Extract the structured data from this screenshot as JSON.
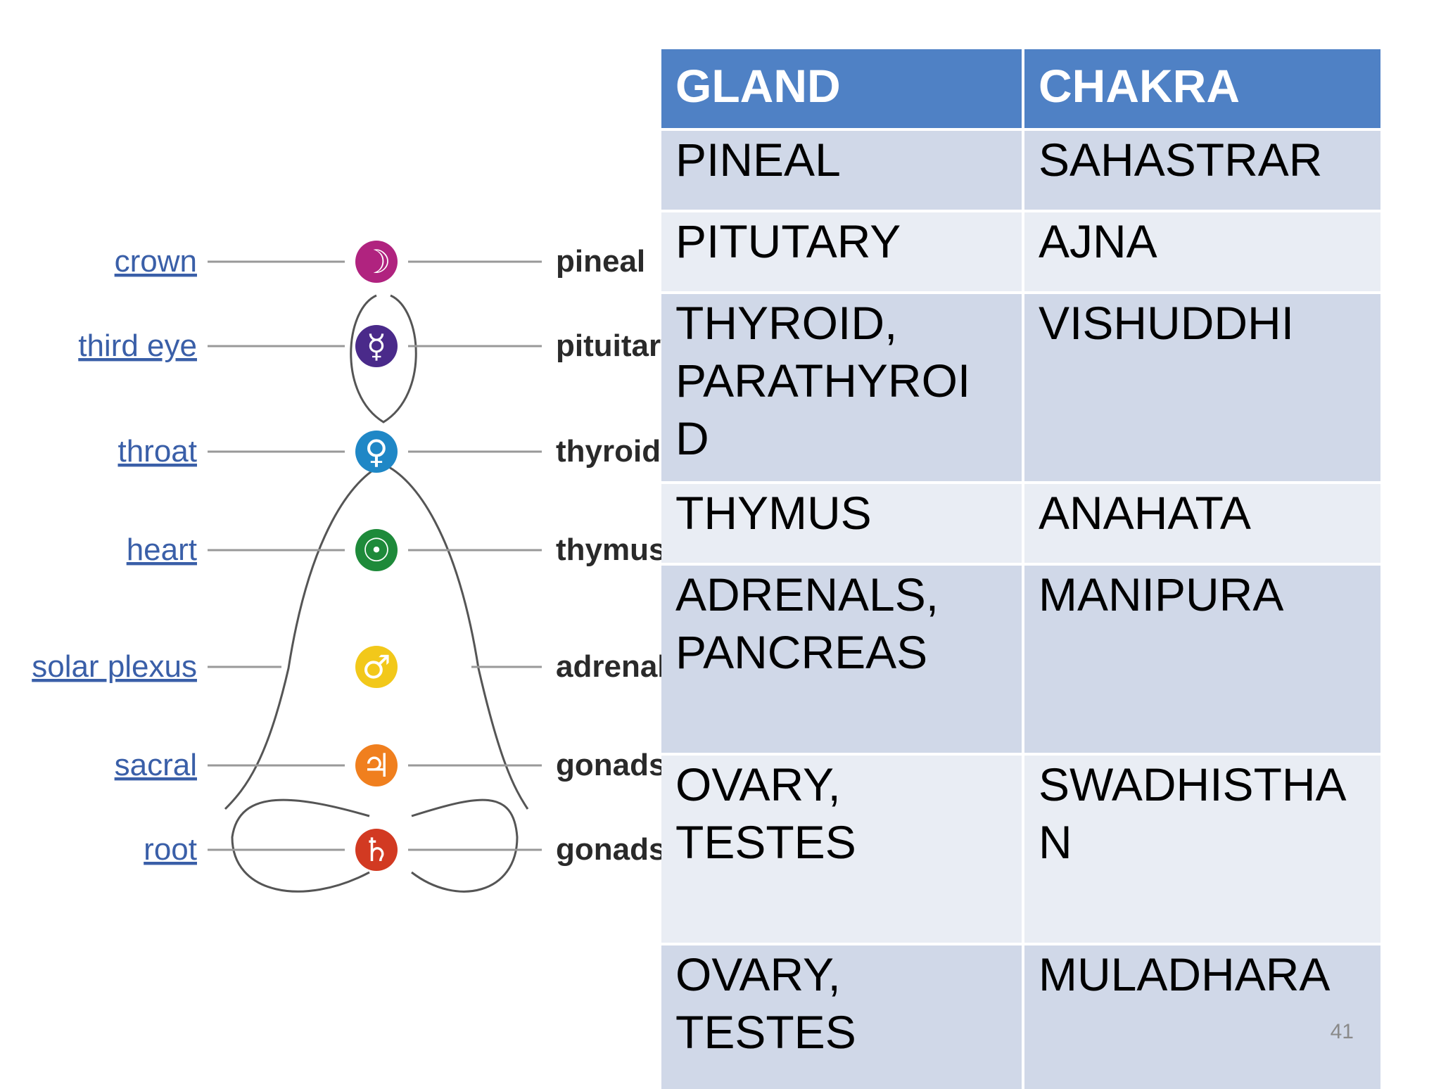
{
  "diagram": {
    "left_labels": [
      "crown",
      "third eye",
      "throat",
      "heart",
      "solar plexus",
      "sacral",
      "root"
    ],
    "right_labels": [
      "pineal",
      "pituitary",
      "thyroid",
      "thymus",
      "adrenals",
      "gonads",
      "gonads"
    ],
    "chakra_colors": [
      "#b0237f",
      "#4a2a8a",
      "#1f87c6",
      "#1e8a3a",
      "#f2c81a",
      "#f07f1e",
      "#d23a22"
    ],
    "chakra_symbols": [
      "☽",
      "☿",
      "♀",
      "☉",
      "♂",
      "♃",
      "♄"
    ]
  },
  "table": {
    "headers": {
      "gland": "GLAND",
      "chakra": "CHAKRA"
    },
    "rows": [
      {
        "gland": "PINEAL",
        "chakra": "SAHASTRAR"
      },
      {
        "gland": "PITUTARY",
        "chakra": "AJNA"
      },
      {
        "gland": "THYROID,\nPARATHYROI\nD",
        "chakra": "VISHUDDHI"
      },
      {
        "gland": "THYMUS",
        "chakra": "ANAHATA"
      },
      {
        "gland": "ADRENALS,\nPANCREAS",
        "chakra": "MANIPURA"
      },
      {
        "gland": "OVARY,\nTESTES",
        "chakra": "SWADHISTHA\nN"
      },
      {
        "gland": "OVARY,\nTESTES",
        "chakra": "MULADHARA"
      }
    ]
  },
  "page_number": "41"
}
